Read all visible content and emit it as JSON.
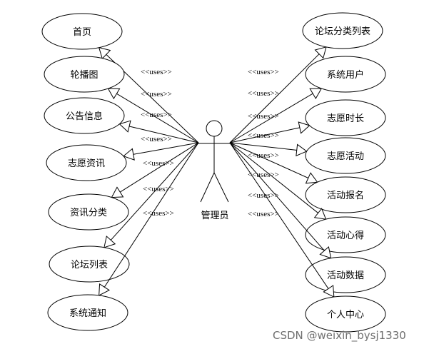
{
  "actor": {
    "label": "管理员"
  },
  "relation_label": "<<uses>>",
  "left_use_cases": [
    "首页",
    "轮播图",
    "公告信息",
    "志愿资讯",
    "资讯分类",
    "论坛列表",
    "系统通知"
  ],
  "right_use_cases": [
    "论坛分类列表",
    "系统用户",
    "志愿时长",
    "志愿活动",
    "活动报名",
    "活动心得",
    "活动数据",
    "个人中心"
  ],
  "watermark": "CSDN @weixin_bysj1330"
}
